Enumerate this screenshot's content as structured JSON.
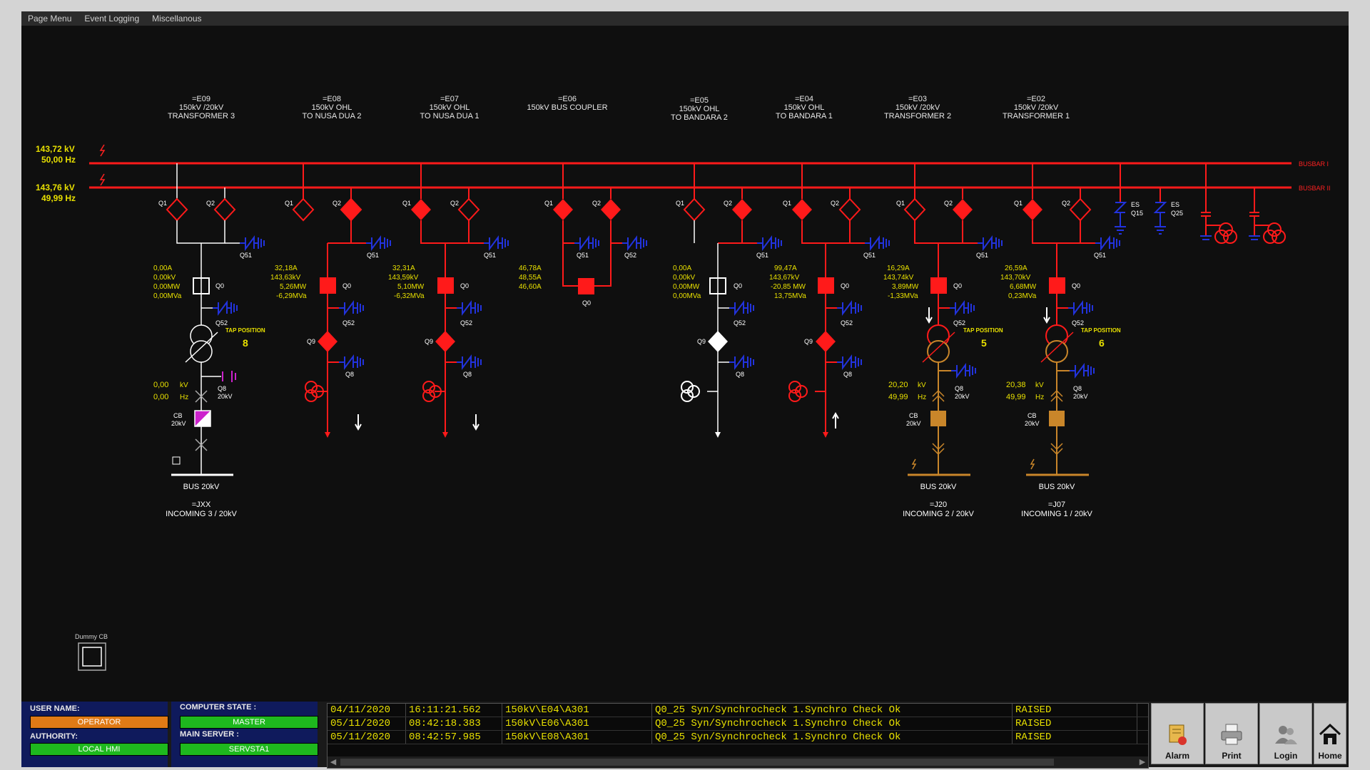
{
  "menu": [
    "Page Menu",
    "Event Logging",
    "Miscellanous"
  ],
  "busbars": {
    "b1": {
      "label": "BUSBAR I",
      "kv": "143,72 kV",
      "hz": "50,00 Hz"
    },
    "b2": {
      "label": "BUSBAR II",
      "kv": "143,76 kV",
      "hz": "49,99 Hz"
    }
  },
  "bays": [
    {
      "id": "=E09",
      "l1": "150kV /20kV",
      "l2": "TRANSFORMER 3"
    },
    {
      "id": "=E08",
      "l1": "150kV OHL",
      "l2": "TO NUSA DUA 2"
    },
    {
      "id": "=E07",
      "l1": "150kV OHL",
      "l2": "TO NUSA DUA 1"
    },
    {
      "id": "=E06",
      "l1": "150kV BUS COUPLER",
      "l2": ""
    },
    {
      "id": "=E05",
      "l1": "150kV OHL",
      "l2": "TO BANDARA 2"
    },
    {
      "id": "=E04",
      "l1": "150kV OHL",
      "l2": "TO BANDARA  1"
    },
    {
      "id": "=E03",
      "l1": "150kV /20kV",
      "l2": "TRANSFORMER 2"
    },
    {
      "id": "=E02",
      "l1": "150kV /20kV",
      "l2": "TRANSFORMER 1"
    }
  ],
  "measurements": {
    "e09": [
      "0,00A",
      "0,00kV",
      "0,00MW",
      "0,00MVa"
    ],
    "e08": [
      "32,18A",
      "143,63kV",
      "5,26MW",
      "-6,29MVa"
    ],
    "e07": [
      "32,31A",
      "143,59kV",
      "5,10MW",
      "-6,32MVa"
    ],
    "e06": [
      "46,78A",
      "48,55A",
      "46,60A"
    ],
    "e05": [
      "0,00A",
      "0,00kV",
      "0,00MW",
      "0,00MVa"
    ],
    "e04": [
      "99,47A",
      "143,67kV",
      "-20,85 MW",
      "13,75MVa"
    ],
    "e03": [
      "16,29A",
      "143,74kV",
      "3,89MW",
      "-1,33MVa"
    ],
    "e02": [
      "26,59A",
      "143,70kV",
      "6,68MW",
      "0,23MVa"
    ]
  },
  "labels": {
    "q1": "Q1",
    "q2": "Q2",
    "q0": "Q0",
    "q51": "Q51",
    "q52": "Q52",
    "q9": "Q9",
    "q8": "Q8",
    "q8_20": "20kV",
    "cb": "CB",
    "cb20": "20kV",
    "tap": "TAP POSITION",
    "kvu": "kV",
    "hzu": "Hz",
    "es": "ES",
    "q15": "Q15",
    "q25": "Q25",
    "bus20": "BUS 20kV"
  },
  "tap_positions": {
    "e09": "8",
    "e03": "5",
    "e02": "6"
  },
  "lv": {
    "e09": {
      "kv": "0,00",
      "hz": "0,00"
    },
    "e03": {
      "kv": "20,20",
      "hz": "49,99"
    },
    "e02": {
      "kv": "20,38",
      "hz": "49,99"
    }
  },
  "incomers": [
    {
      "id": "=JXX",
      "name": "INCOMING 3 / 20kV"
    },
    {
      "id": "=J20",
      "name": "INCOMING 2 / 20kV"
    },
    {
      "id": "=J07",
      "name": "INCOMING 1 / 20kV"
    }
  ],
  "dummy_cb": "Dummy CB",
  "status": {
    "user_name_label": "USER NAME:",
    "user_name": "OPERATOR",
    "authority_label": "AUTHORITY:",
    "authority": "LOCAL HMI",
    "computer_state_label": "COMPUTER STATE :",
    "computer_state": "MASTER",
    "main_server_label": "MAIN SERVER :",
    "main_server": "SERVSTA1"
  },
  "events": [
    {
      "date": "04/11/2020",
      "time": "16:11:21.562",
      "object": "150kV\\E04\\A301",
      "desc": "Q0_25 Syn/Synchrocheck 1.Synchro Check Ok",
      "state": "RAISED"
    },
    {
      "date": "05/11/2020",
      "time": "08:42:18.383",
      "object": "150kV\\E06\\A301",
      "desc": "Q0_25 Syn/Synchrocheck 1.Synchro Check Ok",
      "state": "RAISED"
    },
    {
      "date": "05/11/2020",
      "time": "08:42:57.985",
      "object": "150kV\\E08\\A301",
      "desc": "Q0_25 Syn/Synchrocheck 1.Synchro Check Ok",
      "state": "RAISED"
    }
  ],
  "nav": {
    "alarm": "Alarm",
    "print": "Print",
    "login": "Login",
    "home": "Home"
  },
  "colors": {
    "energized": "#ff1a1a",
    "deenergized": "#ffffff",
    "lv_energized": "#c9862a",
    "earth_switch": "#2233dd",
    "text_yellow": "#e8e000",
    "operator_badge": "#e07a16",
    "ok_badge": "#1eb81e"
  }
}
